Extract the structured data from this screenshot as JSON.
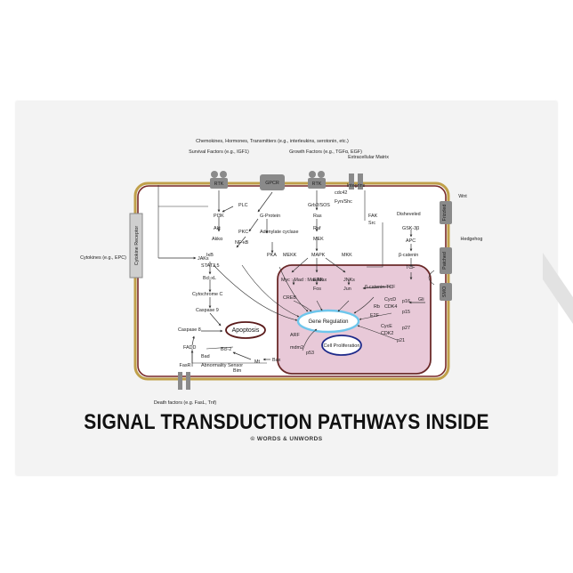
{
  "title": "SIGNAL TRANSDUCTION PATHWAYS INSIDE",
  "copyright": "© WORDS & UNWORDS",
  "colors": {
    "card": "#f3f3f3",
    "cell_membrane_outer": "#c0a04a",
    "cell_membrane_inner": "#7a2a2a",
    "nucleus_fill": "#e8c9d8",
    "nucleus_border": "#6b2a2a",
    "receptor": "#8a8a8a",
    "gene_regulation_ring": "#6ec6ec"
  },
  "extracellular": {
    "survival": "Survival Factors (e.g., IGF1)",
    "chemokines": "Chemokines, Hormones, Transmitters (e.g., interleukins, serotonin, etc.)",
    "growth": "Growth Factors (e.g., TGFα, EGF)",
    "matrix": "Extracellular Matrix",
    "wnt": "Wnt",
    "hedgehog": "Hedgehog",
    "cytokines": "Cytokines (e.g., EPC)",
    "death": "Death factors (e.g. FasL, Tnf)"
  },
  "receptors": {
    "rtk1": "RTK",
    "gpcr": "GPCR",
    "rtk2": "RTK",
    "integrins": "Integrins",
    "cytokine_receptor": "Cytokine Receptor",
    "frizzled": "Frizzled",
    "patched": "Patched",
    "smo": "SMO",
    "fasr": "FasR"
  },
  "nodes": {
    "plc": "PLC",
    "pi3k": "PI3K",
    "gprotein": "G-Protein",
    "akt": "Akt",
    "pkc": "PKC",
    "akka": "Akkα",
    "nfkb": "NF-κB",
    "ikb": "IκB",
    "adenylate": "Adenylate cyclase",
    "pka": "PKA",
    "grb2": "Grb2/SOS",
    "fynshc": "Fyn/Shc",
    "ras": "Ras",
    "raf": "Raf",
    "mek": "MEK",
    "cdc42": "cdc42",
    "fak": "FAK",
    "src": "Src",
    "mekk": "MEKK",
    "mapk": "MAPK",
    "mkk": "MKK",
    "dishevelled": "Disheveled",
    "gsk3b": "GSK-3β",
    "apc": "APC",
    "bcatenin": "β-catenin",
    "tcf": "TCF",
    "jaks": "JAKs",
    "stat": "STAT3,5",
    "bclxl": "Bcl-xL",
    "cytc": "Cytochrome C",
    "casp9": "Caspase 9",
    "casp8": "Caspase 8",
    "fadd": "FADD",
    "bcl2": "Bcl-2",
    "bad": "Bad",
    "abnormality": "Abnormality Sensor",
    "bim": "Bim",
    "mt": "Mt",
    "bax": "Bax",
    "apoptosis": "Apoptosis"
  },
  "nucleus": {
    "myc": "Myc : Mad : Max Max",
    "creb": "CREB",
    "erk": "ERK",
    "fos": "Fos",
    "jnks": "JNKs",
    "jun": "Jun",
    "bcat_tcf": "β-catenin:TCF",
    "gli": "Gli",
    "cycd": "CycD",
    "rb": "Rb",
    "cdk4": "CDK4",
    "p16": "p16",
    "p15": "p15",
    "e2f": "E2F",
    "cyce": "CycE",
    "cdk2": "CDK2",
    "p27": "p27",
    "p21": "p21",
    "arf": "ARF",
    "mdm2": "mdm2",
    "p53": "p53",
    "gene_regulation": "Gene Regulation",
    "cell_proliferation": "Cell Proliferation"
  }
}
